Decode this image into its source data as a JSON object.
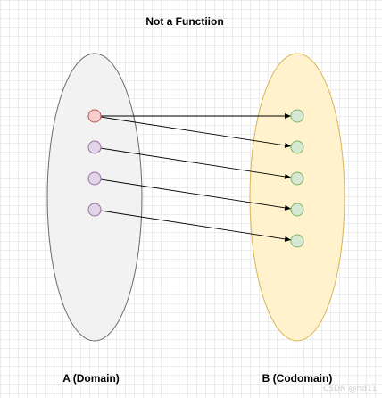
{
  "title": "Not a Functiion",
  "domain": {
    "label": "A (Domain)",
    "fill": "#f2f2f2",
    "stroke": "#6b6b6b",
    "nodes": [
      {
        "id": "a1",
        "fill": "#f8cecc",
        "stroke": "#b85450"
      },
      {
        "id": "a2",
        "fill": "#e1d5e7",
        "stroke": "#9673a6"
      },
      {
        "id": "a3",
        "fill": "#e1d5e7",
        "stroke": "#9673a6"
      },
      {
        "id": "a4",
        "fill": "#e1d5e7",
        "stroke": "#9673a6"
      }
    ]
  },
  "codomain": {
    "label": "B (Codomain)",
    "fill": "#fff2cc",
    "stroke": "#d6b656",
    "nodes": [
      {
        "id": "b1",
        "fill": "#d5e8d4",
        "stroke": "#82b366"
      },
      {
        "id": "b2",
        "fill": "#d5e8d4",
        "stroke": "#82b366"
      },
      {
        "id": "b3",
        "fill": "#d5e8d4",
        "stroke": "#82b366"
      },
      {
        "id": "b4",
        "fill": "#d5e8d4",
        "stroke": "#82b366"
      },
      {
        "id": "b5",
        "fill": "#d5e8d4",
        "stroke": "#82b366"
      }
    ]
  },
  "mappings": [
    {
      "from": "a1",
      "to": "b1"
    },
    {
      "from": "a1",
      "to": "b2"
    },
    {
      "from": "a2",
      "to": "b3"
    },
    {
      "from": "a3",
      "to": "b4"
    },
    {
      "from": "a4",
      "to": "b5"
    }
  ],
  "watermark": "CSDN @nd11"
}
